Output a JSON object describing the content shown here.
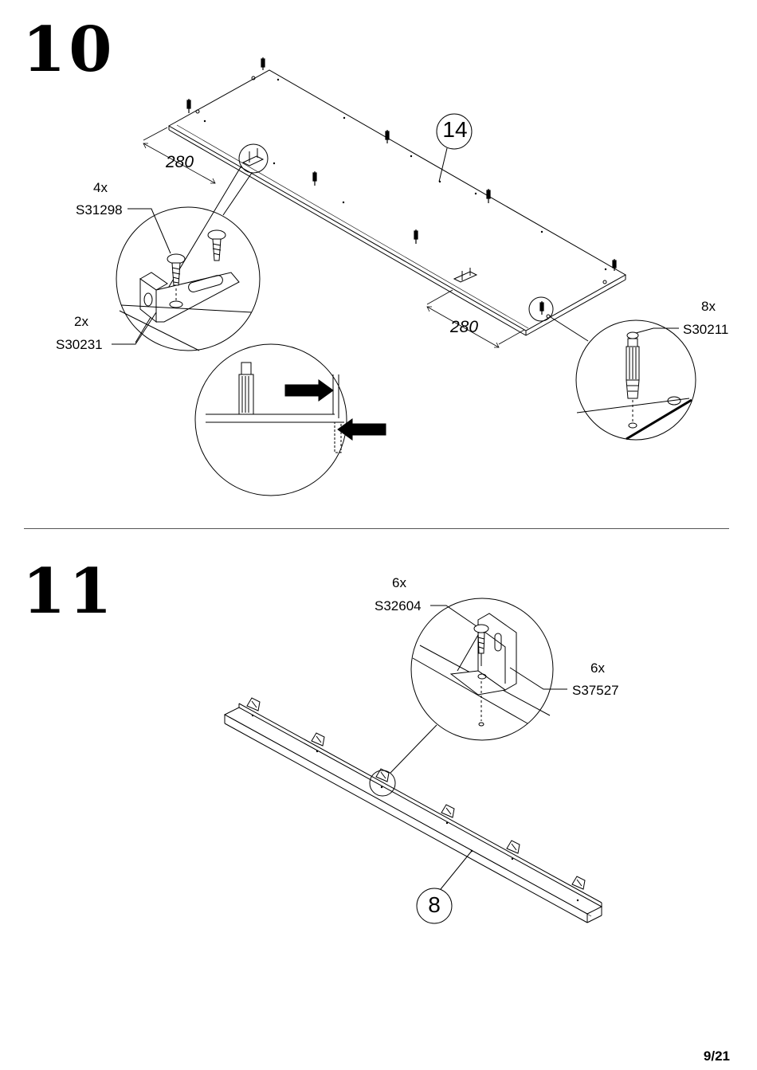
{
  "page": {
    "number": "9/21"
  },
  "step10": {
    "number": "10",
    "part_number": "14",
    "dimension_left": "280",
    "dimension_right": "280",
    "screw": {
      "qty": "4x",
      "code": "S31298"
    },
    "bracket": {
      "qty": "2x",
      "code": "S30231"
    },
    "dowel": {
      "qty": "8x",
      "code": "S30211"
    }
  },
  "step11": {
    "number": "11",
    "part_number": "8",
    "screw": {
      "qty": "6x",
      "code": "S32604"
    },
    "bracket": {
      "qty": "6x",
      "code": "S37527"
    }
  }
}
